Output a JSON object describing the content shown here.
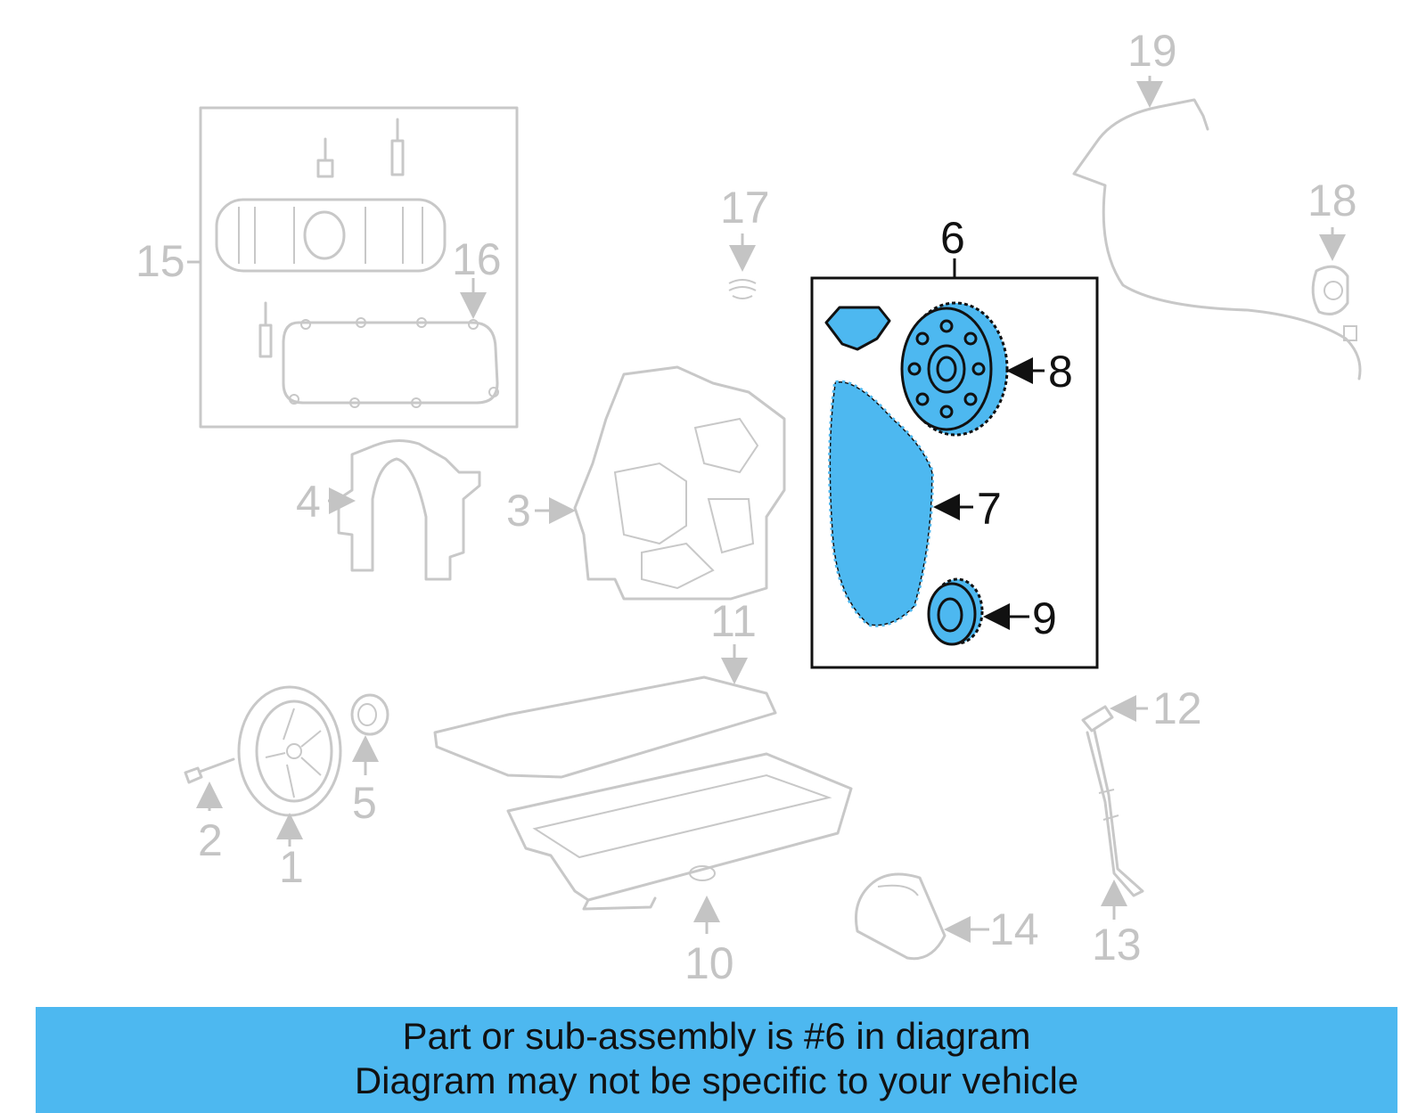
{
  "colors": {
    "highlight": "#4db8f0",
    "ghost": "#c8c8c8",
    "banner": "#4db8f0"
  },
  "callouts": {
    "n1": "1",
    "n2": "2",
    "n3": "3",
    "n4": "4",
    "n5": "5",
    "n6": "6",
    "n7": "7",
    "n8": "8",
    "n9": "9",
    "n10": "10",
    "n11": "11",
    "n12": "12",
    "n13": "13",
    "n14": "14",
    "n15": "15",
    "n16": "16",
    "n17": "17",
    "n18": "18",
    "n19": "19"
  },
  "highlighted_part": "6",
  "banner": {
    "line1": "Part or sub-assembly is #6 in diagram",
    "line2": "Diagram may not be specific to your vehicle"
  }
}
